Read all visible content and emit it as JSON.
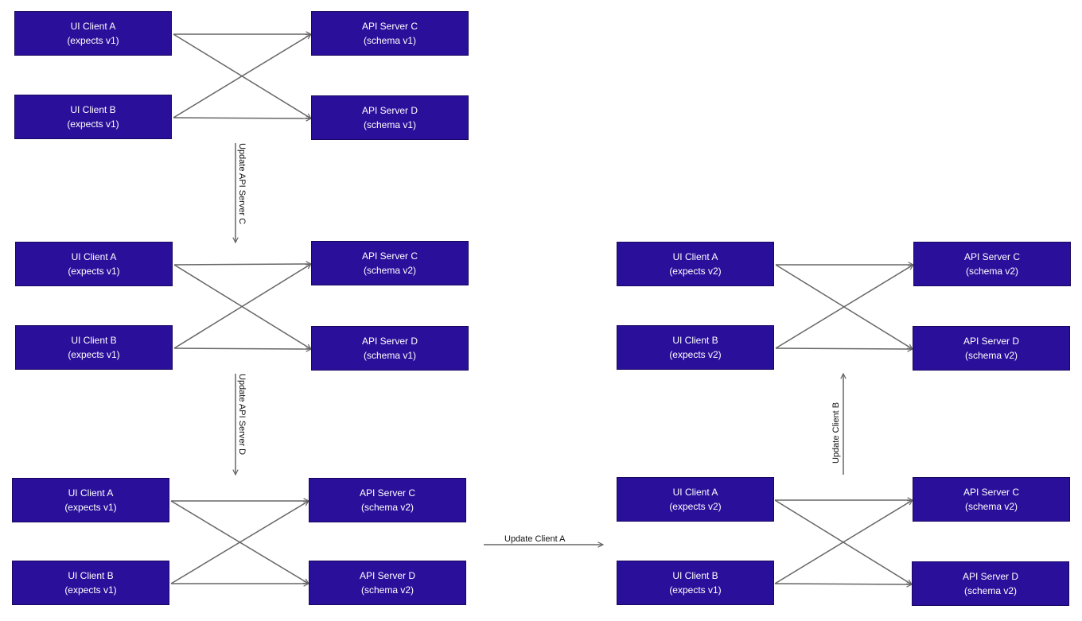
{
  "colors": {
    "box_fill": "#2a0f9a",
    "box_border": "#1a0760",
    "box_text": "#ffffff",
    "connector": "#666666"
  },
  "stages": [
    {
      "client_a": [
        "UI Client A",
        "(expects v1)"
      ],
      "client_b": [
        "UI Client B",
        "(expects v1)"
      ],
      "server_c": [
        "API Server C",
        "(schema v1)"
      ],
      "server_d": [
        "API Server D",
        "(schema v1)"
      ]
    },
    {
      "client_a": [
        "UI Client A",
        "(expects v1)"
      ],
      "client_b": [
        "UI Client B",
        "(expects v1)"
      ],
      "server_c": [
        "API Server C",
        "(schema v2)"
      ],
      "server_d": [
        "API Server D",
        "(schema v1)"
      ]
    },
    {
      "client_a": [
        "UI Client A",
        "(expects v1)"
      ],
      "client_b": [
        "UI Client B",
        "(expects v1)"
      ],
      "server_c": [
        "API Server C",
        "(schema v2)"
      ],
      "server_d": [
        "API Server D",
        "(schema v2)"
      ]
    },
    {
      "client_a": [
        "UI Client A",
        "(expects v2)"
      ],
      "client_b": [
        "UI Client B",
        "(expects v1)"
      ],
      "server_c": [
        "API Server C",
        "(schema v2)"
      ],
      "server_d": [
        "API Server D",
        "(schema v2)"
      ]
    },
    {
      "client_a": [
        "UI Client A",
        "(expects v2)"
      ],
      "client_b": [
        "UI Client B",
        "(expects v2)"
      ],
      "server_c": [
        "API Server C",
        "(schema v2)"
      ],
      "server_d": [
        "API Server D",
        "(schema v2)"
      ]
    }
  ],
  "transitions": {
    "update_server_c": "Update API Server C",
    "update_server_d": "Update API Server D",
    "update_client_a": "Update Client A",
    "update_client_b": "Update Client B"
  }
}
